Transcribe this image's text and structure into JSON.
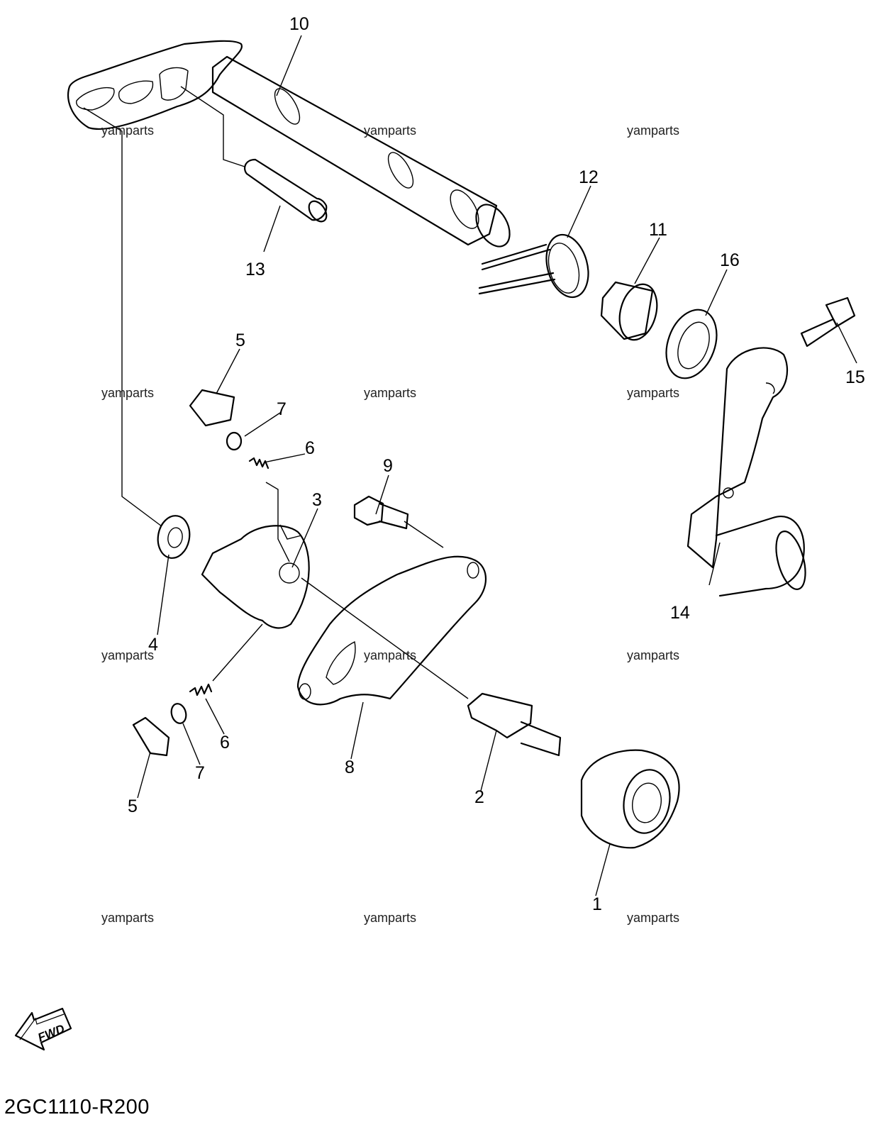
{
  "diagram": {
    "callouts": [
      "10",
      "13",
      "12",
      "11",
      "16",
      "15",
      "5",
      "7",
      "6",
      "9",
      "3",
      "4",
      "14",
      "6",
      "7",
      "5",
      "8",
      "2",
      "1"
    ],
    "watermark_text": "yamparts",
    "fwd_label": "FWD",
    "drawing_code": "2GC1110-R200"
  }
}
